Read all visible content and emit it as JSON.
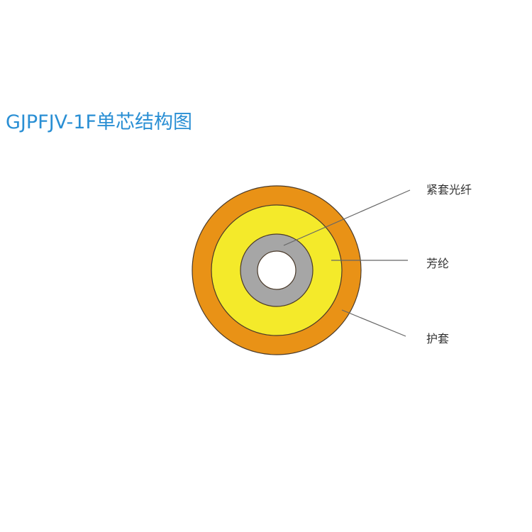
{
  "title": "GJPFJV-1F单芯结构图",
  "labels": {
    "tight_buffer": "紧套光纤",
    "aramid": "芳纶",
    "jacket": "护套"
  },
  "colors": {
    "title": "#2a8fd4",
    "jacket": "#e99216",
    "aramid": "#f4ea2a",
    "buffer": "#a6a6a6",
    "core": "#ffffff",
    "outline": "#4a3a2a",
    "leader": "#666666"
  }
}
